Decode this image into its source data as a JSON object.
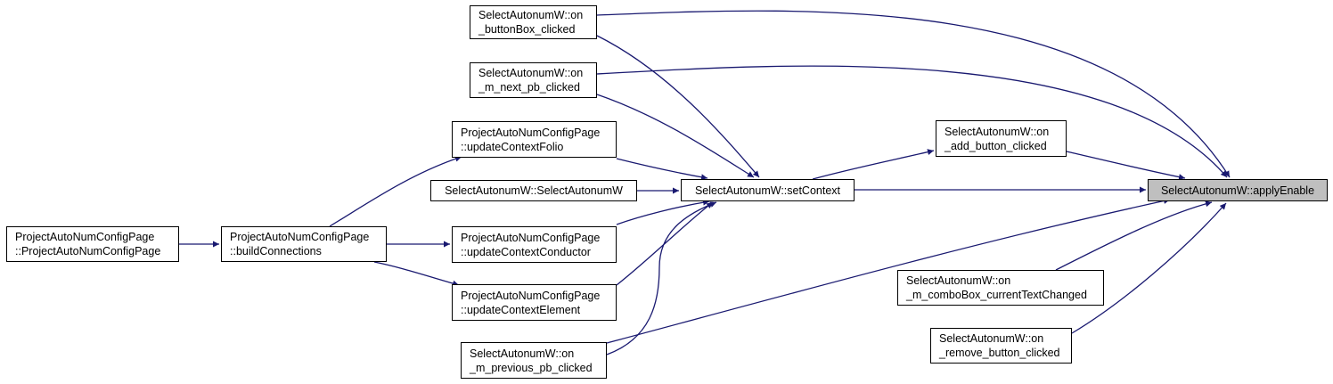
{
  "colors": {
    "edge": "#191970",
    "node_border": "#000000",
    "node_fill": "#ffffff",
    "current_fill": "#bfbfbf"
  },
  "nodes": {
    "apply_enable": {
      "lines": [
        "SelectAutonumW::applyEnable"
      ]
    },
    "set_context": {
      "lines": [
        "SelectAutonumW::setContext"
      ]
    },
    "button_box_clicked": {
      "lines": [
        "SelectAutonumW::on",
        "_buttonBox_clicked"
      ]
    },
    "next_pb_clicked": {
      "lines": [
        "SelectAutonumW::on",
        "_m_next_pb_clicked"
      ]
    },
    "add_button_clicked": {
      "lines": [
        "SelectAutonumW::on",
        "_add_button_clicked"
      ]
    },
    "update_context_folio": {
      "lines": [
        "ProjectAutoNumConfigPage",
        "::updateContextFolio"
      ]
    },
    "select_autonum_ctor": {
      "lines": [
        "SelectAutonumW::SelectAutonumW"
      ]
    },
    "update_context_conductor": {
      "lines": [
        "ProjectAutoNumConfigPage",
        "::updateContextConductor"
      ]
    },
    "update_context_element": {
      "lines": [
        "ProjectAutoNumConfigPage",
        "::updateContextElement"
      ]
    },
    "previous_pb_clicked": {
      "lines": [
        "SelectAutonumW::on",
        "_m_previous_pb_clicked"
      ]
    },
    "combo_box_changed": {
      "lines": [
        "SelectAutonumW::on",
        "_m_comboBox_currentTextChanged"
      ]
    },
    "remove_button_clicked": {
      "lines": [
        "SelectAutonumW::on",
        "_remove_button_clicked"
      ]
    },
    "build_connections": {
      "lines": [
        "ProjectAutoNumConfigPage",
        "::buildConnections"
      ]
    },
    "config_page_ctor": {
      "lines": [
        "ProjectAutoNumConfigPage",
        "::ProjectAutoNumConfigPage"
      ]
    }
  }
}
